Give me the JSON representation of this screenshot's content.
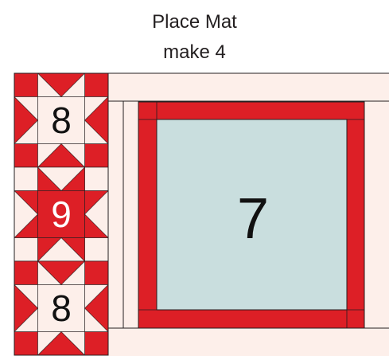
{
  "title": {
    "line1": "Place Mat",
    "line2": "make 4"
  },
  "blocks": {
    "top_star": "8",
    "middle_star": "9",
    "bottom_star": "8",
    "center_panel": "7"
  },
  "colors": {
    "red": "#dd1f26",
    "cream": "#fdefea",
    "panel": "#c9dede",
    "outline": "#231f20"
  }
}
